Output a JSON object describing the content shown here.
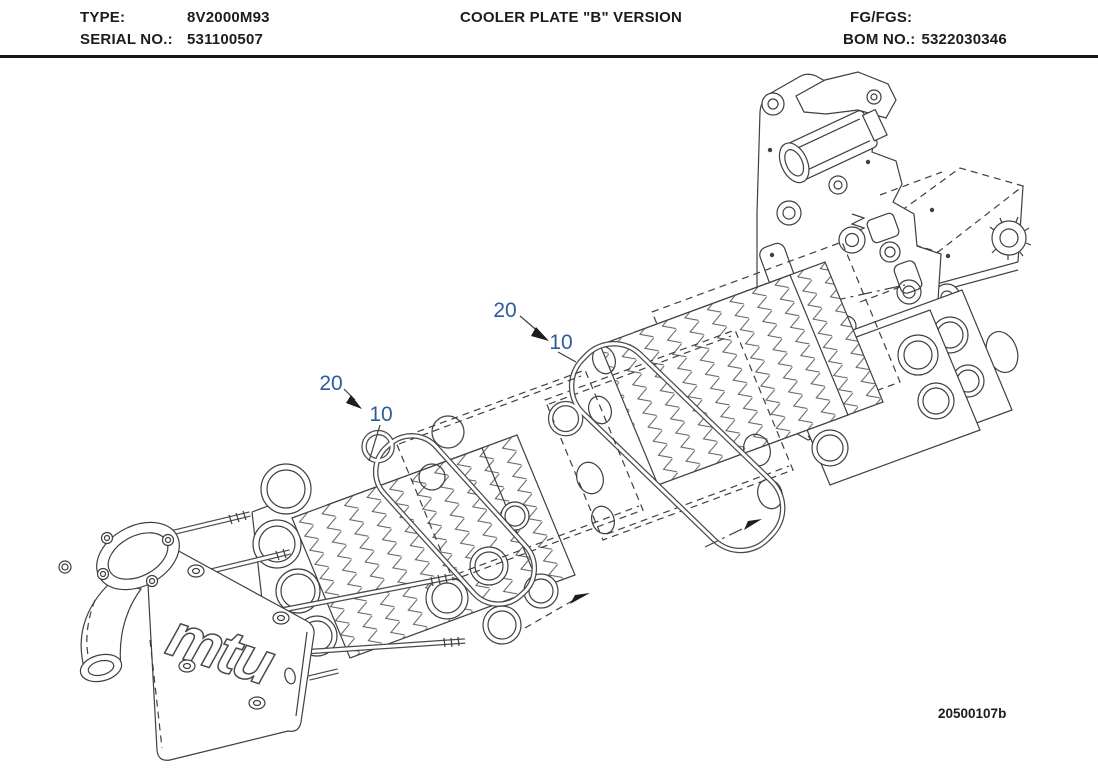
{
  "header": {
    "type_label": "TYPE:",
    "type_value": "8V2000M93",
    "serial_label": "SERIAL NO.:",
    "serial_value": "531100507",
    "title": "COOLER PLATE \"B\" VERSION",
    "fg_label": "FG/FGS:",
    "bom_label": "BOM NO.:",
    "bom_value": "5322030346"
  },
  "diagram": {
    "drawing_number": "20500107b",
    "logo_text": "mtu",
    "callouts": {
      "upper_20": "20",
      "upper_10": "10",
      "lower_20": "20",
      "lower_10": "10"
    },
    "colors": {
      "callout_blue": "#2e5a9e",
      "line": "#3f3f3f"
    }
  }
}
